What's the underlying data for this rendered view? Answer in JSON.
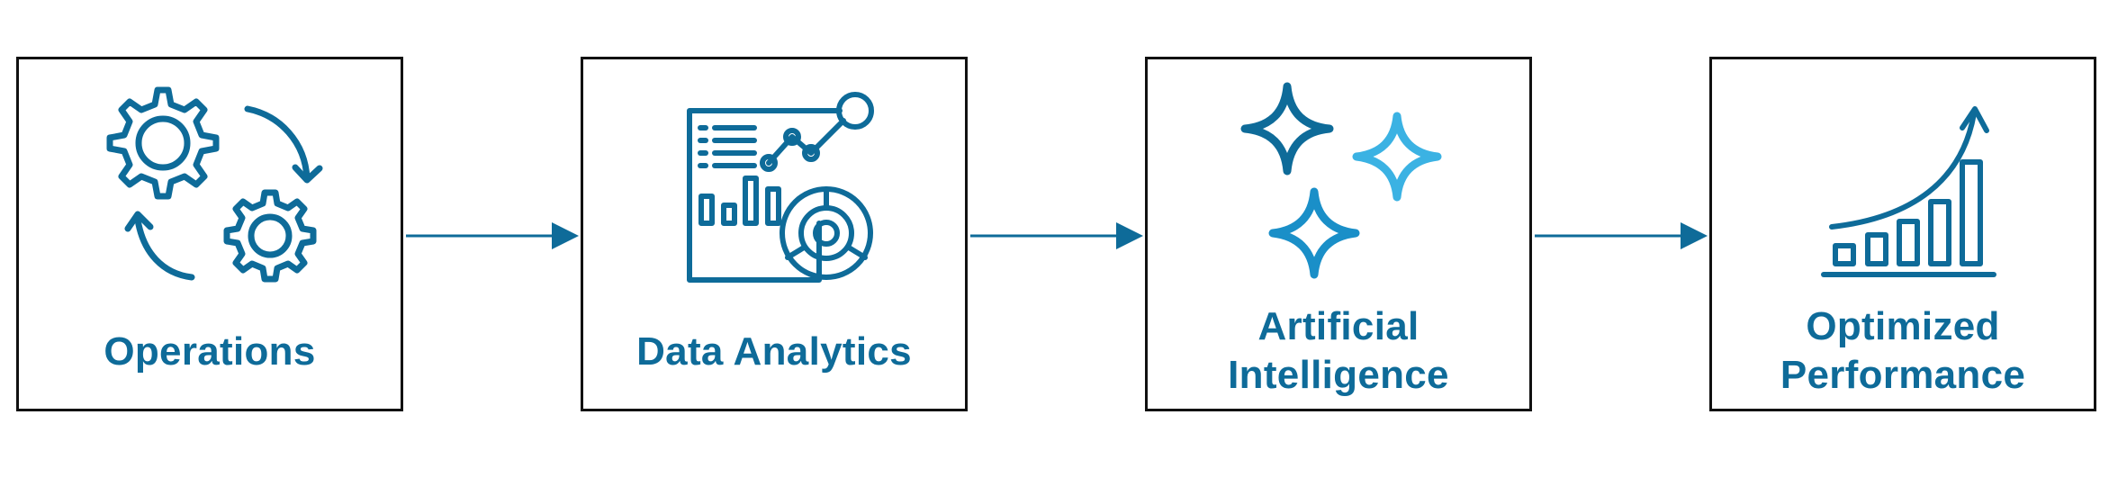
{
  "steps": [
    {
      "id": "operations",
      "label_lines": [
        "Operations"
      ],
      "icon": "gears-cycle-icon"
    },
    {
      "id": "data-analytics",
      "label_lines": [
        "Data Analytics"
      ],
      "icon": "analytics-dashboard-icon"
    },
    {
      "id": "artificial-intelligence",
      "label_lines": [
        "Artificial",
        "Intelligence"
      ],
      "icon": "sparkles-icon"
    },
    {
      "id": "optimized-performance",
      "label_lines": [
        "Optimized",
        "Performance"
      ],
      "icon": "growth-chart-icon"
    }
  ],
  "colors": {
    "primary": "#0e6b99",
    "light": "#3bb2e3",
    "mid": "#1a8fc8",
    "border": "#111111"
  }
}
